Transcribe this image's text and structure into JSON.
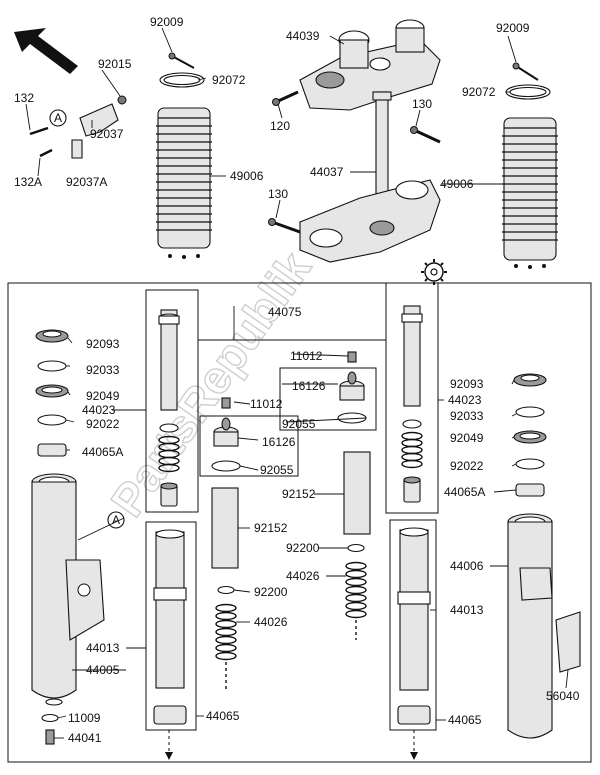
{
  "callout_badge": "A",
  "watermark": "PartsRepublik",
  "labels": {
    "p92009_l": "92009",
    "p92009_r": "92009",
    "p44039": "44039",
    "p92015": "92015",
    "p92072_l": "92072",
    "p92072_r": "92072",
    "p132": "132",
    "p120": "120",
    "p130_a": "130",
    "p92037": "92037",
    "p132A": "132A",
    "p92037A": "92037A",
    "p44037": "44037",
    "p49006_l": "49006",
    "p49006_r": "49006",
    "p130_b": "130",
    "p44075": "44075",
    "p11012_a": "11012",
    "p92093_l": "92093",
    "p92033_l": "92033",
    "p92049_l": "92049",
    "p44023_l": "44023",
    "p92022_l": "92022",
    "p44065A_l": "44065A",
    "p16126_a": "16126",
    "p92055_a": "92055",
    "p11012_b": "11012",
    "p16126_b": "16126",
    "p92055_b": "92055",
    "p92093_r": "92093",
    "p44023_r": "44023",
    "p92033_r": "92033",
    "p92049_r": "92049",
    "p92022_r": "92022",
    "p44065A_r": "44065A",
    "p92152_a": "92152",
    "p92152_b": "92152",
    "p92200_a": "92200",
    "p92200_b": "92200",
    "p44026_a": "44026",
    "p44026_b": "44026",
    "p44006": "44006",
    "p44013_r": "44013",
    "p44013_l": "44013",
    "p44005": "44005",
    "p11009": "11009",
    "p44041": "44041",
    "p44065_l": "44065",
    "p44065_r": "44065",
    "p56040": "56040"
  }
}
